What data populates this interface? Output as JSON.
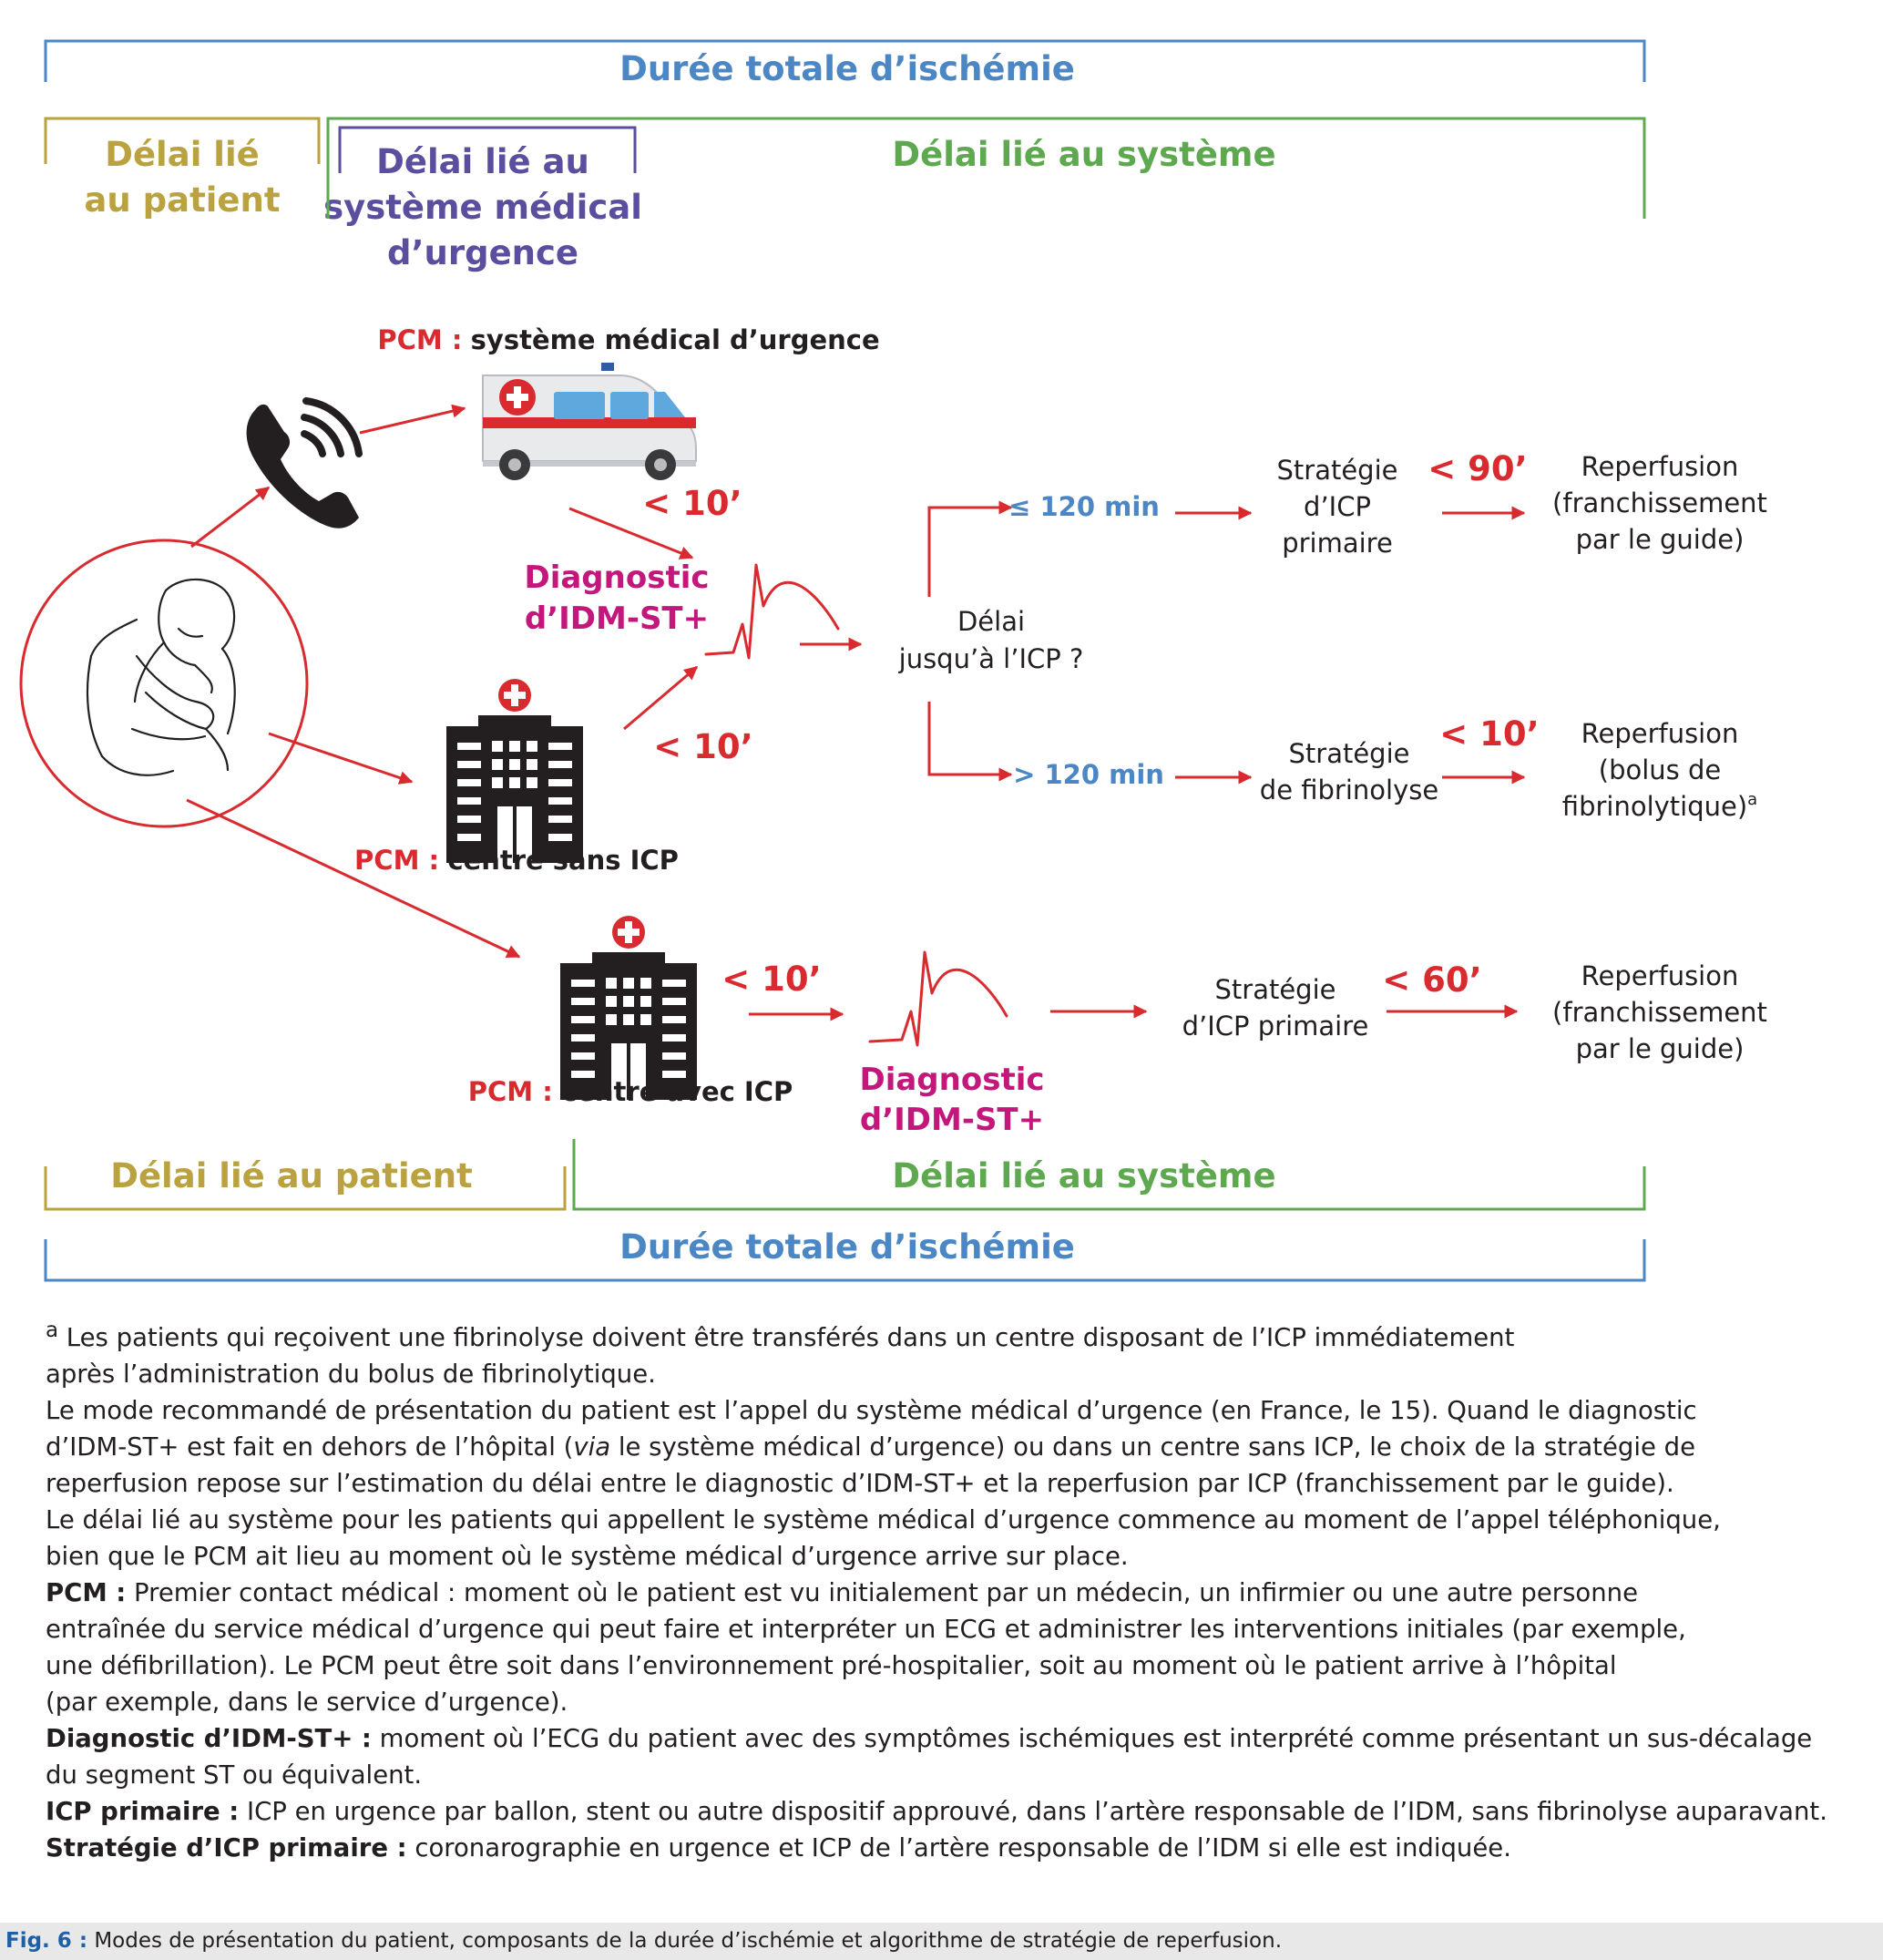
{
  "brackets": {
    "top_total": "Durée totale d’ischémie",
    "top_patient_line1": "Délai lié",
    "top_patient_line2": "au patient",
    "top_sam_line1": "Délai lié au",
    "top_sam_line2": "système médical",
    "top_sam_line3": "d’urgence",
    "top_system": "Délai lié au système",
    "bottom_patient": "Délai lié au patient",
    "bottom_system": "Délai lié au système",
    "bottom_total": "Durée totale d’ischémie"
  },
  "nodes": {
    "pcm_prefix": "PCM :",
    "pcm_ems": "système médical d’urgence",
    "pcm_non_pci": "centre sans ICP",
    "pcm_pci": "centre avec ICP",
    "time_ems": "< 10’",
    "time_non_pci": "< 10’",
    "time_pci": "< 10’",
    "diag_line1": "Diagnostic",
    "diag_line2": "d’IDM-ST+",
    "delay_q_line1": "Délai",
    "delay_q_line2": "jusqu’à l’ICP ?",
    "le120": "≤ 120 min",
    "gt120": "> 120 min",
    "strat_icp_line1": "Stratégie",
    "strat_icp_line2": "d’ICP",
    "strat_icp_line3": "primaire",
    "strat_fib_line1": "Stratégie",
    "strat_fib_line2": "de fibrinolyse",
    "strat_icp2_line1": "Stratégie",
    "strat_icp2_line2": "d’ICP primaire",
    "t90": "< 90’",
    "t10b": "< 10’",
    "t60": "< 60’",
    "rep1_line1": "Reperfusion",
    "rep1_line2": "(franchissement",
    "rep1_line3": "par le guide)",
    "rep2_line1": "Reperfusion",
    "rep2_line2": "(bolus de",
    "rep2_line3": "fibrinolytique)",
    "rep2_sup": "a",
    "rep3_line1": "Reperfusion",
    "rep3_line2": "(franchissement",
    "rep3_line3": "par le guide)"
  },
  "icons": {
    "phone": "phone-icon",
    "ambulance": "ambulance-icon",
    "hospital": "hospital-icon",
    "ecg": "ecg-icon",
    "patient": "patient-chest-pain-icon"
  },
  "colors": {
    "blue": "#4b86c5",
    "gold": "#b9a23f",
    "purple": "#5b4e9f",
    "green": "#5ea94f",
    "red": "#d92b2f",
    "magenta": "#c4177c"
  },
  "notes": {
    "n1_sup": "a",
    "n1": " Les patients qui reçoivent une fibrinolyse doivent être transférés dans un centre disposant de l’ICP immédiatement",
    "n1b": "après l’administration du bolus de fibrinolytique.",
    "n2a": "Le mode recommandé de présentation du patient est l’appel du système médical d’urgence (en France, le 15). Quand le diagnostic",
    "n2b_pre": "d’IDM-ST+ est fait en dehors de l’hôpital (",
    "n2b_via": "via",
    "n2b_post": " le système médical d’urgence) ou dans un centre sans ICP, le choix de la stratégie de",
    "n2c": "reperfusion repose sur l’estimation du délai entre le diagnostic d’IDM-ST+ et la reperfusion par ICP (franchissement par le guide).",
    "n3a": "Le délai lié au système pour les patients qui appellent le système médical d’urgence commence au moment de l’appel téléphonique,",
    "n3b": "bien que le PCM ait lieu au moment où le système médical d’urgence arrive sur place.",
    "pcm_term": "PCM :",
    "pcm_a": " Premier contact médical : moment où le patient est vu initialement par un médecin, un infirmier ou une autre personne",
    "pcm_b": "entraînée du service médical d’urgence qui peut faire et interpréter un ECG et administrer les interventions initiales (par exemple,",
    "pcm_c": "une défibrillation). Le PCM peut être soit dans l’environnement pré-hospitalier, soit au moment où le patient arrive à l’hôpital",
    "pcm_d": "(par exemple, dans le service d’urgence).",
    "diag_term": "Diagnostic d’IDM-ST+ :",
    "diag_a": " moment où l’ECG du patient avec des symptômes ischémiques est interprété comme présentant un sus-décalage",
    "diag_b": "du segment ST ou équivalent.",
    "icp_term": "ICP primaire :",
    "icp_a": " ICP en urgence par ballon, stent ou autre dispositif approuvé, dans l’artère responsable de l’IDM, sans fibrinolyse auparavant.",
    "strat_term": "Stratégie d’ICP primaire :",
    "strat_a": " coronarographie en urgence et ICP de l’artère responsable de l’IDM si elle est indiquée."
  },
  "caption": {
    "label": "Fig. 6 :",
    "text": " Modes de présentation du patient, composants de la durée d’ischémie et algorithme de stratégie de reperfusion."
  }
}
